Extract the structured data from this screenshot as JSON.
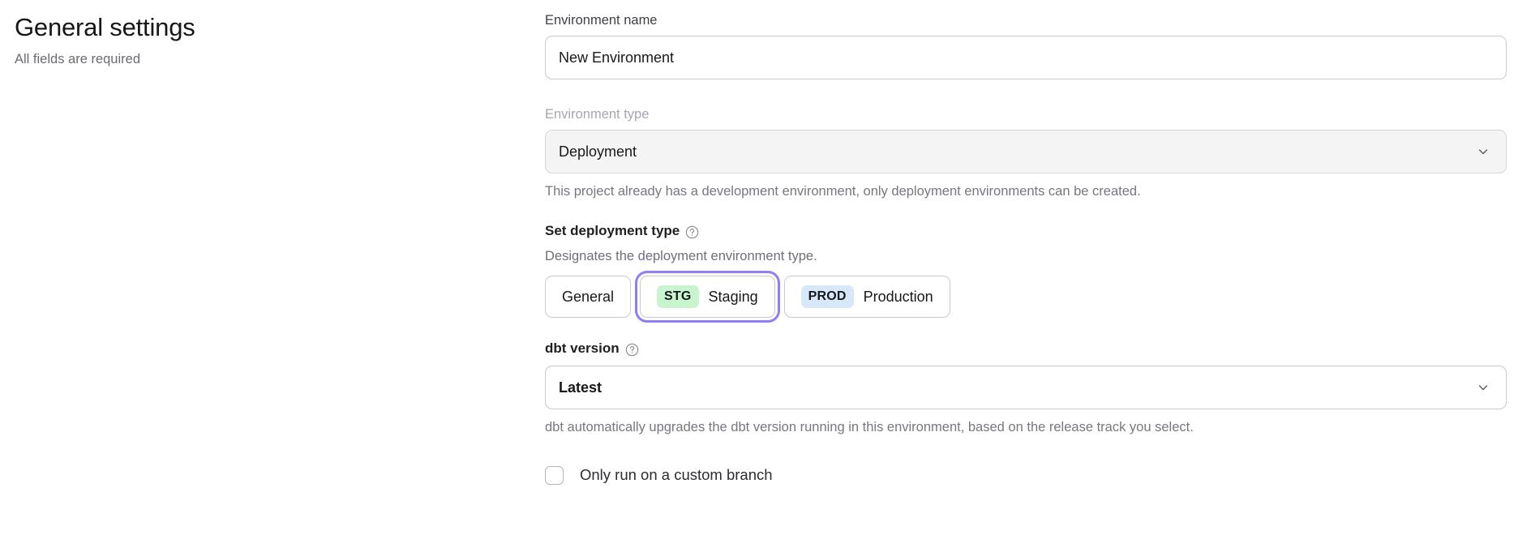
{
  "sidebar": {
    "title": "General settings",
    "subtitle": "All fields are required"
  },
  "form": {
    "environment_name": {
      "label": "Environment name",
      "value": "New Environment",
      "placeholder": "Environment name"
    },
    "environment_type": {
      "label": "Environment type",
      "value": "Deployment",
      "hint": "This project already has a development environment, only deployment environments can be created.",
      "chevron_icon": "chevron-down-icon",
      "disabled": true
    },
    "deployment_type": {
      "label": "Set deployment type",
      "help_icon": "help-circle-icon",
      "description": "Designates the deployment environment type.",
      "options": [
        {
          "badge": "",
          "label": "General",
          "selected": false,
          "focused": false
        },
        {
          "badge": "STG",
          "label": "Staging",
          "selected": true,
          "focused": true
        },
        {
          "badge": "PROD",
          "label": "Production",
          "selected": false,
          "focused": false
        }
      ]
    },
    "dbt_version": {
      "label": "dbt version",
      "help_icon": "help-circle-icon",
      "value": "Latest",
      "hint": "dbt automatically upgrades the dbt version running in this environment, based on the release track you select.",
      "chevron_icon": "chevron-down-icon"
    },
    "custom_branch": {
      "label": "Only run on a custom branch",
      "checked": false
    }
  },
  "colors": {
    "focus_ring": "#8f7ff2",
    "badge_staging_bg": "#c8f5cf",
    "badge_production_bg": "#d8e8fb",
    "text_primary": "#18181b",
    "text_muted": "#77777f",
    "border": "#c9c9cf",
    "disabled_bg": "#f4f4f5"
  }
}
